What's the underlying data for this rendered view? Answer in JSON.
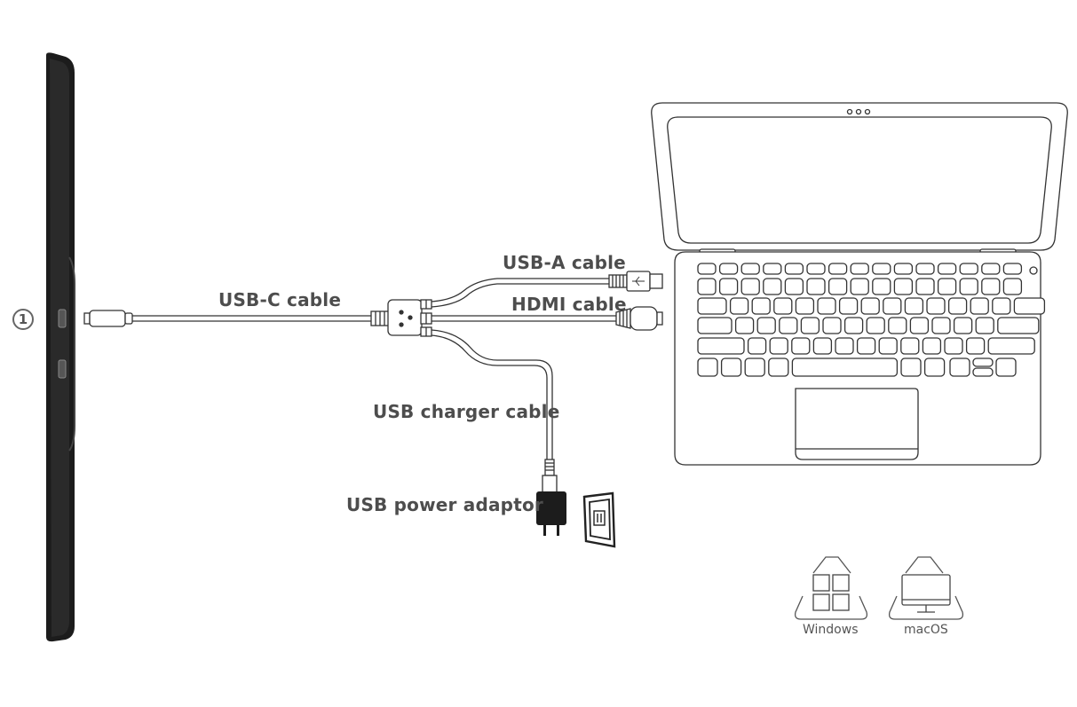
{
  "step_number": "1",
  "labels": {
    "usb_c": "USB-C cable",
    "usb_a": "USB-A cable",
    "hdmi": "HDMI cable",
    "usb_charger": "USB charger cable",
    "usb_power_adaptor": "USB power adaptor"
  },
  "os": {
    "windows": "Windows",
    "macos": "macOS"
  },
  "icons": [
    "tablet-display-icon",
    "laptop-icon",
    "usb-power-adaptor-icon",
    "wall-socket-icon",
    "windows-logo-icon",
    "macos-monitor-icon"
  ],
  "colors": {
    "text": "#4d4d4d",
    "line": "#333333",
    "device_dark": "#1c1c1c"
  }
}
